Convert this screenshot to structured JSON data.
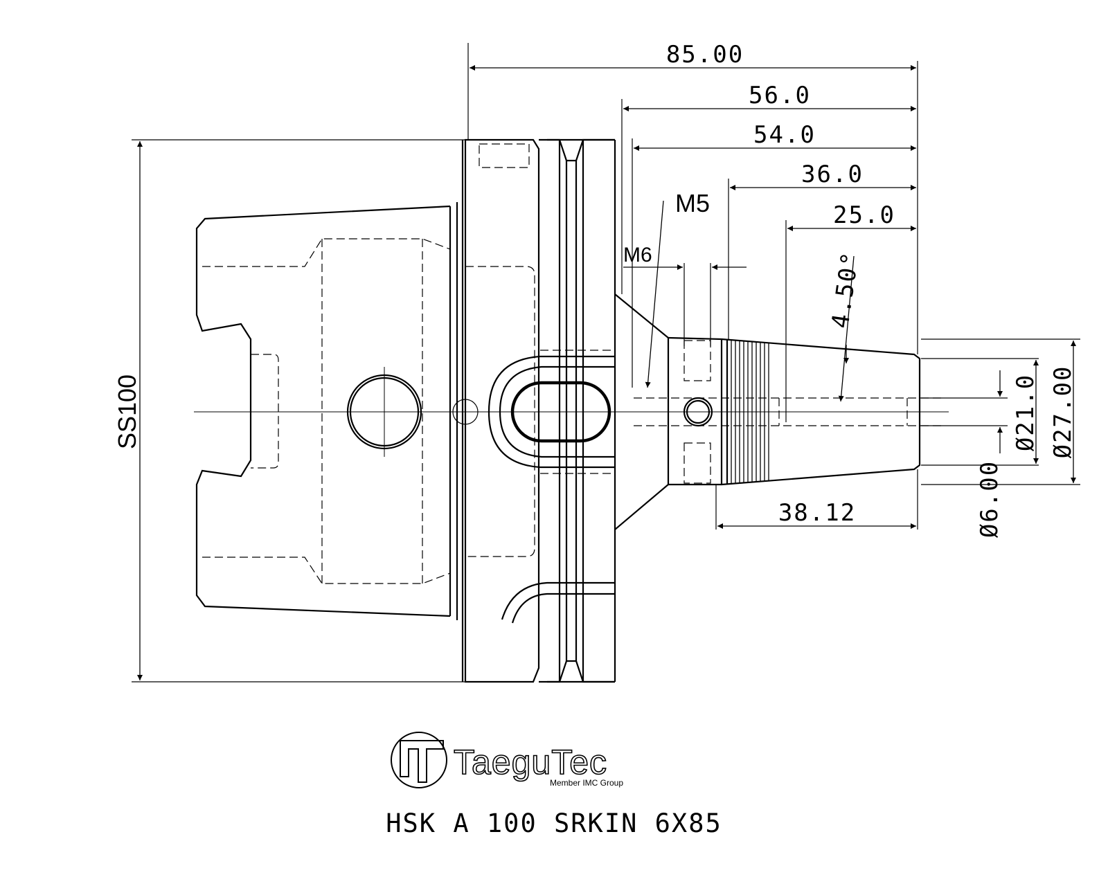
{
  "title_block": {
    "part_number": "HSK A 100 SRKIN 6X85"
  },
  "logo": {
    "brand": "TaeguTec",
    "tagline": "Member IMC Group",
    "icon": "taegutec-logo-icon"
  },
  "dimensions": {
    "overall_length": "85.00",
    "len_56": "56.0",
    "len_54": "54.0",
    "len_36": "36.0",
    "len_25": "25.0",
    "thread_m5": "M5",
    "thread_m6": "M6",
    "taper_angle": "4.50°",
    "flange_dia": "SS100",
    "dia_21": "Ø21.0",
    "dia_27": "Ø27.00",
    "dia_6": "Ø6.00",
    "len_38": "38.12"
  },
  "colors": {
    "ink": "#000000",
    "paper": "#ffffff"
  }
}
